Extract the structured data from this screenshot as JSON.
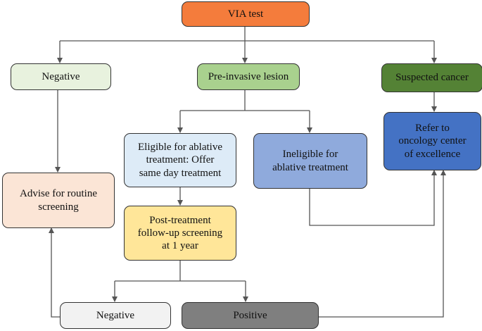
{
  "nodes": {
    "via_test": {
      "label": "VIA test",
      "fill": "#f47c3c"
    },
    "negative_top": {
      "label": "Negative",
      "fill": "#e8f2de"
    },
    "pre_invasive": {
      "label": "Pre-invasive lesion",
      "fill": "#a9d18e"
    },
    "suspected_cancer": {
      "label": "Suspected cancer",
      "fill": "#548235"
    },
    "eligible": {
      "label": "Eligible for ablative\ntreatment: Offer\nsame day treatment",
      "fill": "#ddebf7"
    },
    "ineligible": {
      "label": "Ineligible for\nablative treatment",
      "fill": "#8faadc"
    },
    "refer": {
      "label": "Refer to\noncology center\nof excellence",
      "fill": "#4472c4"
    },
    "advise": {
      "label": "Advise for routine\nscreening",
      "fill": "#fbe5d6"
    },
    "post_treatment": {
      "label": "Post-treatment\nfollow-up screening\nat 1 year",
      "fill": "#ffe699"
    },
    "negative_bottom": {
      "label": "Negative",
      "fill": "#f2f2f2"
    },
    "positive": {
      "label": "Positive",
      "fill": "#7f7f7f"
    }
  },
  "colors": {
    "line": "#555555"
  }
}
